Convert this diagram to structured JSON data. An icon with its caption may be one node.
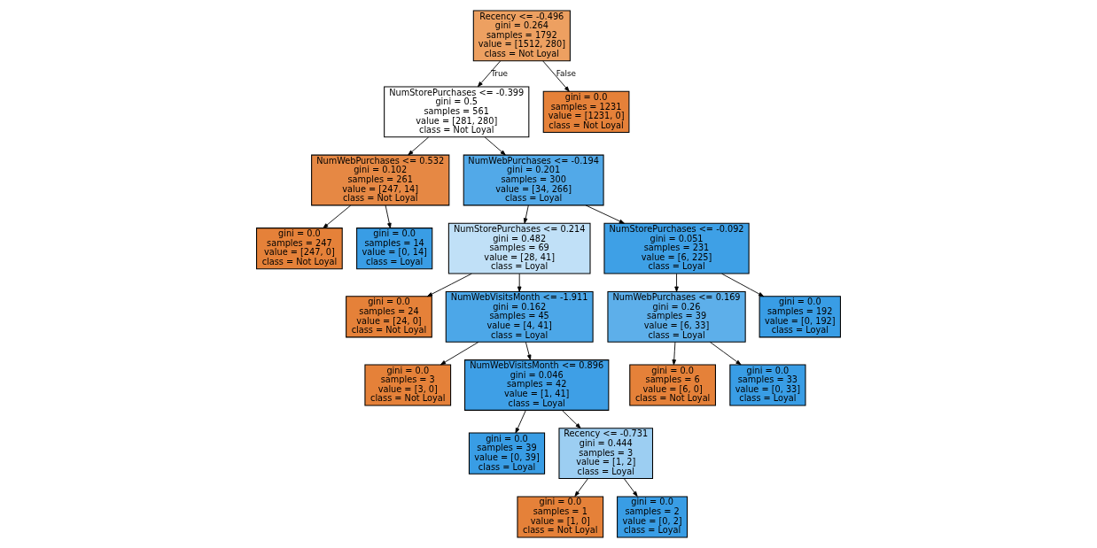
{
  "diagram": {
    "nodes": [
      {
        "text": [
          "Recency <= -0.496",
          "gini = 0.264",
          "samples = 1792",
          "value = [1512, 280]",
          "class = Not Loyal"
        ]
      },
      {
        "text": [
          "NumStorePurchases <= -0.399",
          "gini = 0.5",
          "samples = 561",
          "value = [281, 280]",
          "class = Not Loyal"
        ]
      },
      {
        "text": [
          "gini = 0.0",
          "samples = 1231",
          "value = [1231, 0]",
          "class = Not Loyal"
        ]
      },
      {
        "text": [
          "NumWebPurchases <= 0.532",
          "gini = 0.102",
          "samples = 261",
          "value = [247, 14]",
          "class = Not Loyal"
        ]
      },
      {
        "text": [
          "NumWebPurchases <= -0.194",
          "gini = 0.201",
          "samples = 300",
          "value = [34, 266]",
          "class = Loyal"
        ]
      },
      {
        "text": [
          "gini = 0.0",
          "samples = 247",
          "value = [247, 0]",
          "class = Not Loyal"
        ]
      },
      {
        "text": [
          "gini = 0.0",
          "samples = 14",
          "value = [0, 14]",
          "class = Loyal"
        ]
      },
      {
        "text": [
          "NumStorePurchases <= 0.214",
          "gini = 0.482",
          "samples = 69",
          "value = [28, 41]",
          "class = Loyal"
        ]
      },
      {
        "text": [
          "NumStorePurchases <= -0.092",
          "gini = 0.051",
          "samples = 231",
          "value = [6, 225]",
          "class = Loyal"
        ]
      },
      {
        "text": [
          "gini = 0.0",
          "samples = 24",
          "value = [24, 0]",
          "class = Not Loyal"
        ]
      },
      {
        "text": [
          "NumWebVisitsMonth <= -1.911",
          "gini = 0.162",
          "samples = 45",
          "value = [4, 41]",
          "class = Loyal"
        ]
      },
      {
        "text": [
          "NumWebPurchases <= 0.169",
          "gini = 0.26",
          "samples = 39",
          "value = [6, 33]",
          "class = Loyal"
        ]
      },
      {
        "text": [
          "gini = 0.0",
          "samples = 192",
          "value = [0, 192]",
          "class = Loyal"
        ]
      },
      {
        "text": [
          "gini = 0.0",
          "samples = 3",
          "value = [3, 0]",
          "class = Not Loyal"
        ]
      },
      {
        "text": [
          "NumWebVisitsMonth <= 0.896",
          "gini = 0.046",
          "samples = 42",
          "value = [1, 41]",
          "class = Loyal"
        ]
      },
      {
        "text": [
          "gini = 0.0",
          "samples = 6",
          "value = [6, 0]",
          "class = Not Loyal"
        ]
      },
      {
        "text": [
          "gini = 0.0",
          "samples = 33",
          "value = [0, 33]",
          "class = Loyal"
        ]
      },
      {
        "text": [
          "gini = 0.0",
          "samples = 39",
          "value = [0, 39]",
          "class = Loyal"
        ]
      },
      {
        "text": [
          "Recency <= -0.731",
          "gini = 0.444",
          "samples = 3",
          "value = [1, 2]",
          "class = Loyal"
        ]
      },
      {
        "text": [
          "gini = 0.0",
          "samples = 1",
          "value = [1, 0]",
          "class = Not Loyal"
        ]
      },
      {
        "text": [
          "gini = 0.0",
          "samples = 2",
          "value = [0, 2]",
          "class = Loyal"
        ]
      }
    ],
    "edges": [
      {
        "from": 0,
        "to": 1,
        "arrow": "to",
        "label": "True"
      },
      {
        "from": 0,
        "to": 2,
        "arrow": "to",
        "label": "False"
      },
      {
        "from": 1,
        "to": 3,
        "arrow": "to"
      },
      {
        "from": 1,
        "to": 4,
        "arrow": "to"
      },
      {
        "from": 3,
        "to": 5,
        "arrow": "to"
      },
      {
        "from": 3,
        "to": 6,
        "arrow": "to"
      },
      {
        "from": 4,
        "to": 7,
        "arrow": "to"
      },
      {
        "from": 4,
        "to": 8,
        "arrow": "to"
      },
      {
        "from": 7,
        "to": 9,
        "arrow": "to"
      },
      {
        "from": 7,
        "to": 10,
        "arrow": "to"
      },
      {
        "from": 8,
        "to": 11,
        "arrow": "to"
      },
      {
        "from": 8,
        "to": 12,
        "arrow": "to"
      },
      {
        "from": 10,
        "to": 13,
        "arrow": "to"
      },
      {
        "from": 10,
        "to": 14,
        "arrow": "to"
      },
      {
        "from": 11,
        "to": 15,
        "arrow": "to"
      },
      {
        "from": 11,
        "to": 16,
        "arrow": "to"
      },
      {
        "from": 14,
        "to": 17,
        "arrow": "to"
      },
      {
        "from": 14,
        "to": 18,
        "arrow": "to"
      },
      {
        "from": 18,
        "to": 19,
        "arrow": "to"
      },
      {
        "from": 18,
        "to": 20,
        "arrow": "to"
      }
    ]
  }
}
